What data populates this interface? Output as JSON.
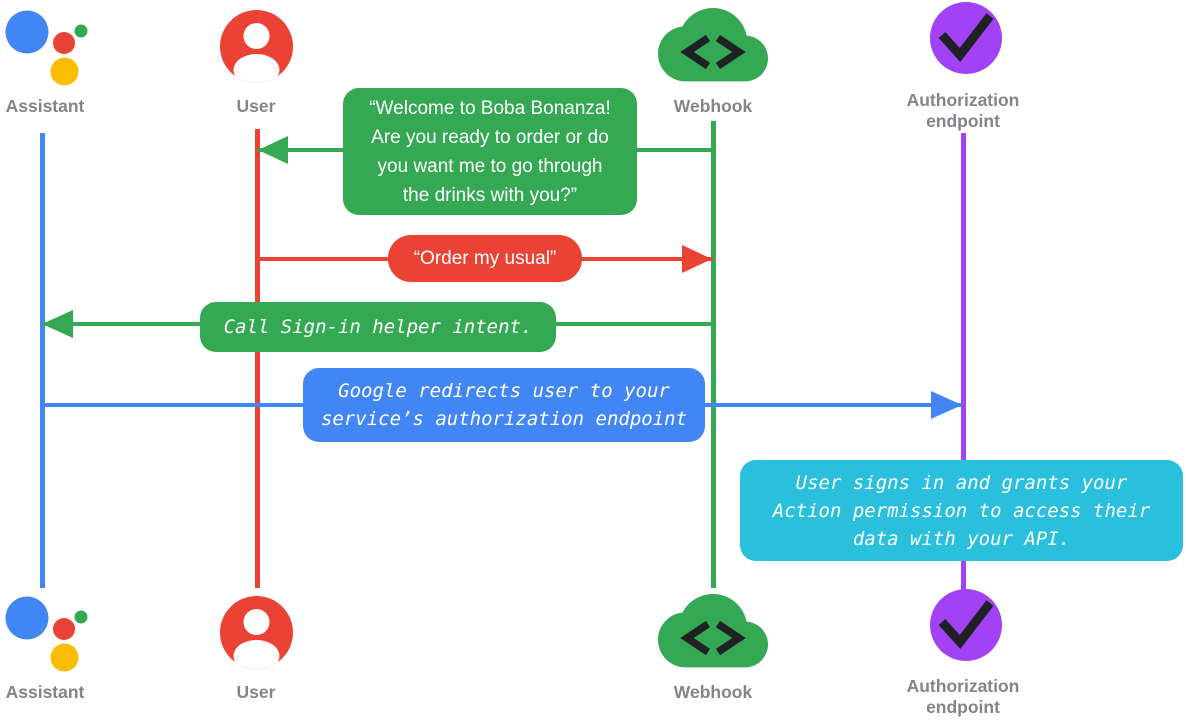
{
  "title": "Account linking sign-in sequence diagram",
  "colors": {
    "blue": "#4285f4",
    "red": "#ea4335",
    "green": "#34a853",
    "yellow": "#fbbc04",
    "purple": "#a142f4",
    "cyan": "#29bfdd",
    "label_gray": "#80868b",
    "glyph_dark": "#202124"
  },
  "actors": [
    {
      "id": "assistant",
      "label": "Assistant",
      "icon": "google-assistant-logo",
      "color": "#4285f4"
    },
    {
      "id": "user",
      "label": "User",
      "icon": "user-icon",
      "color": "#ea4335"
    },
    {
      "id": "webhook",
      "label": "Webhook",
      "icon": "cloud-code-icon",
      "color": "#34a853"
    },
    {
      "id": "auth",
      "label": "Authorization endpoint",
      "icon": "check-circle-icon",
      "color": "#a142f4"
    }
  ],
  "messages": [
    {
      "id": "welcome",
      "from": "Webhook",
      "to": "User",
      "bubble_color": "green",
      "text_style": "sans",
      "text": "“Welcome to Boba Bonanza! Are you ready to order or do you want me to go through the drinks with you?”",
      "lines": [
        "“Welcome to Boba Bonanza!",
        "Are you ready to order or do",
        "you want me to go through",
        "the drinks with you?”"
      ]
    },
    {
      "id": "order-my-usual",
      "from": "User",
      "to": "Webhook",
      "bubble_color": "red",
      "text_style": "sans",
      "text": "“Order my usual”",
      "lines": [
        "“Order my usual”"
      ]
    },
    {
      "id": "call-signin-helper",
      "from": "Webhook",
      "to": "Assistant",
      "bubble_color": "green",
      "text_style": "mono-italic",
      "text": "Call Sign-in helper intent.",
      "lines": [
        "Call Sign-in helper intent."
      ]
    },
    {
      "id": "redirect",
      "from": "Assistant",
      "to": "Authorization endpoint",
      "bubble_color": "blue",
      "text_style": "mono-italic",
      "text": "Google redirects user to your service’s authorization endpoint",
      "lines": [
        "Google redirects user to your",
        "service’s authorization endpoint"
      ]
    },
    {
      "id": "user-signs-in-note",
      "at": "Authorization endpoint",
      "bubble_color": "cyan",
      "text_style": "mono-italic",
      "text": "User signs in and grants your Action permission to access their data with your API.",
      "lines": [
        "User signs in and grants your",
        "Action permission to access their",
        "data with your API."
      ]
    }
  ]
}
